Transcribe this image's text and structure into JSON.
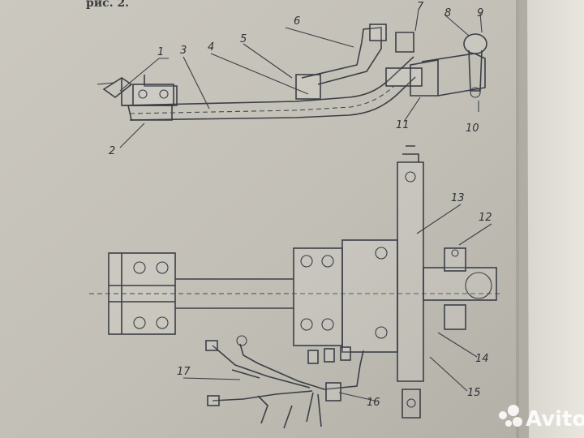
{
  "image": {
    "header_text": "рис. 2.",
    "watermark": "Avito",
    "callouts": [
      "1",
      "2",
      "3",
      "4",
      "5",
      "6",
      "7",
      "8",
      "9",
      "10",
      "11",
      "12",
      "13",
      "14",
      "15",
      "16",
      "17"
    ],
    "colors": {
      "paper": "#c5c2b9",
      "paper_shadow": "#a9a69e",
      "ink": "#3b3f46",
      "page_edge": "#e6e3dc",
      "background": "#6e6a63"
    }
  }
}
